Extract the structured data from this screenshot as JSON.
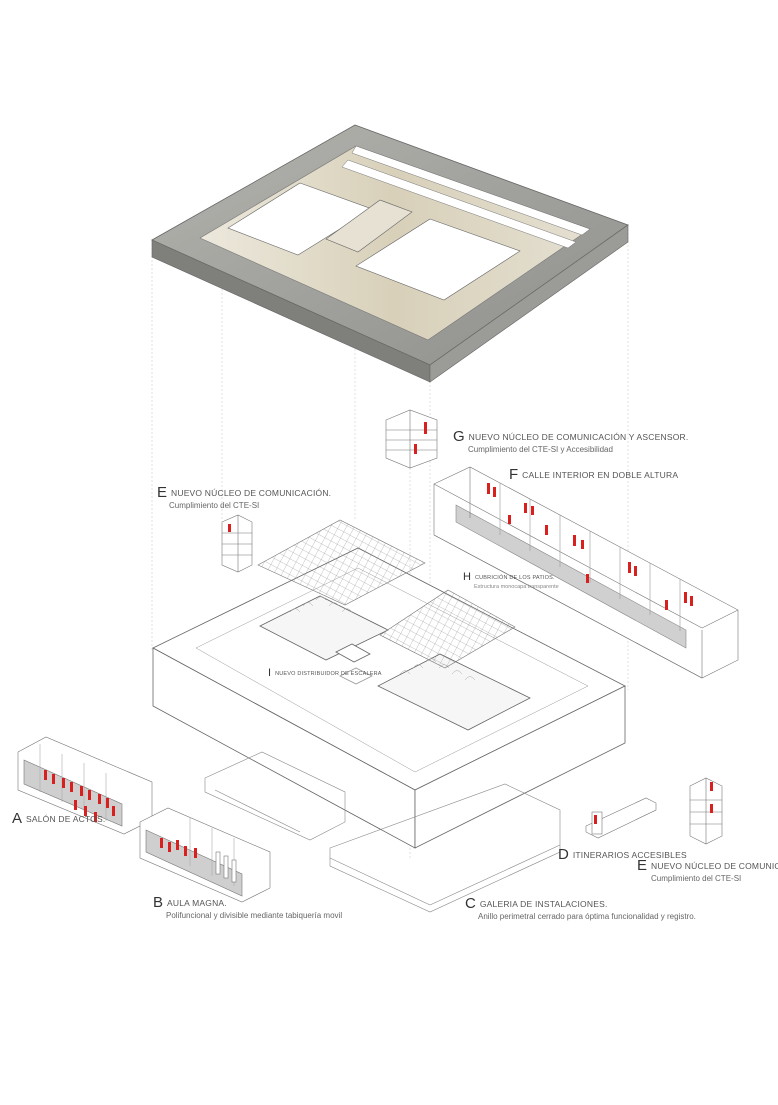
{
  "labels": {
    "A": {
      "letter": "A",
      "title": "SALÓN DE ACTOS.",
      "sub": ""
    },
    "B": {
      "letter": "B",
      "title": "AULA MAGNA.",
      "sub": "Polifuncional y divisible mediante tabiquería movil"
    },
    "C": {
      "letter": "C",
      "title": "GALERIA DE INSTALACIONES.",
      "sub": "Anillo perimetral cerrado para óptima funcionalidad y registro."
    },
    "D": {
      "letter": "D",
      "title": "ITINERARIOS ACCESIBLES",
      "sub": ""
    },
    "E1": {
      "letter": "E",
      "title": "NUEVO NÚCLEO DE COMUNICACIÓN.",
      "sub": "Cumplimiento del CTE-SI"
    },
    "E2": {
      "letter": "E",
      "title": "NUEVO NÚCLEO DE COMUNICACIÓN.",
      "sub": "Cumplimiento del CTE-SI"
    },
    "F": {
      "letter": "F",
      "title": "CALLE INTERIOR EN DOBLE ALTURA",
      "sub": ""
    },
    "G": {
      "letter": "G",
      "title": "NUEVO NÚCLEO DE COMUNICACIÓN Y ASCENSOR.",
      "sub": "Cumplimiento del CTE-SI y Accesibilidad"
    },
    "H": {
      "letter": "H",
      "title": "CUBRICIÓN DE LOS PATIOS.",
      "sub": "Estructura monocapa transparente"
    },
    "I": {
      "letter": "I",
      "title": "NUEVO DISTRIBUIDOR DE ESCALERA",
      "sub": ""
    }
  },
  "colors": {
    "line": "#7a7a7a",
    "figure": "#d8201f",
    "roof_side": "#a9a9a3",
    "roof_top": "#d9d4c4",
    "floor_grey": "#c9c9c9"
  }
}
